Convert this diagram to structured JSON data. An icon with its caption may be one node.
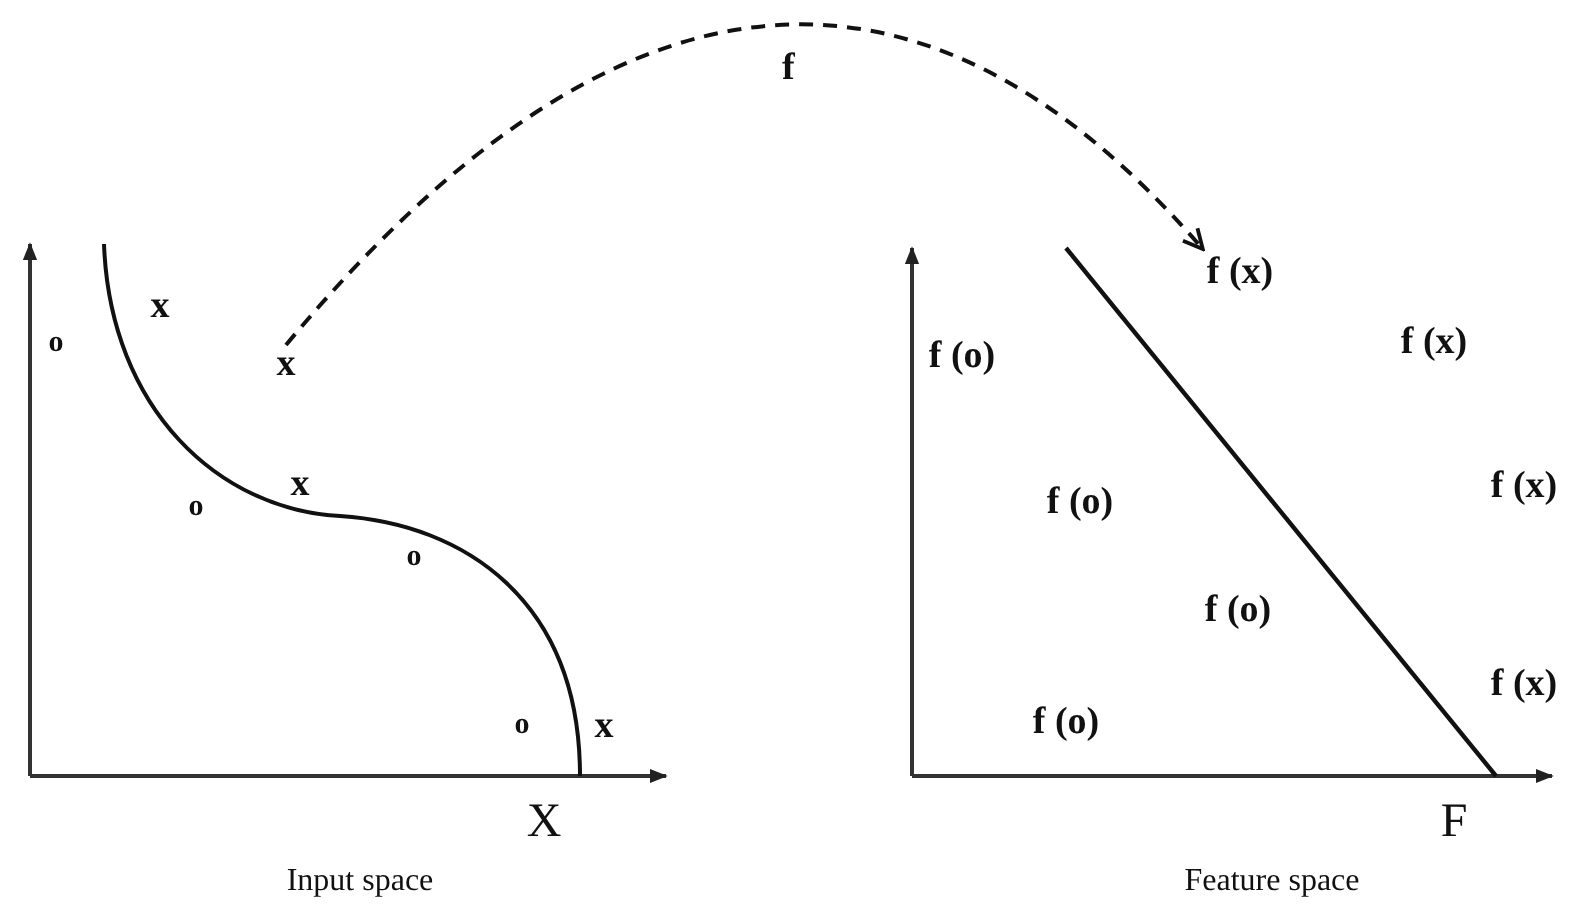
{
  "diagram": {
    "nodes": [
      {
        "text": [
          "x"
        ]
      },
      {
        "text": [
          "f (x)"
        ]
      }
    ],
    "edges": [
      {
        "from": 0,
        "to": 1,
        "arrow": "to",
        "label": "f",
        "style": "dashed"
      }
    ],
    "labels": [
      "x",
      "o",
      "x",
      "o",
      "o",
      "o",
      "x",
      "X",
      "Input space",
      "f (o)",
      "f (x)",
      "f (o)",
      "f (x)",
      "f (o)",
      "f (o)",
      "f (x)",
      "F",
      "Feature space"
    ]
  }
}
